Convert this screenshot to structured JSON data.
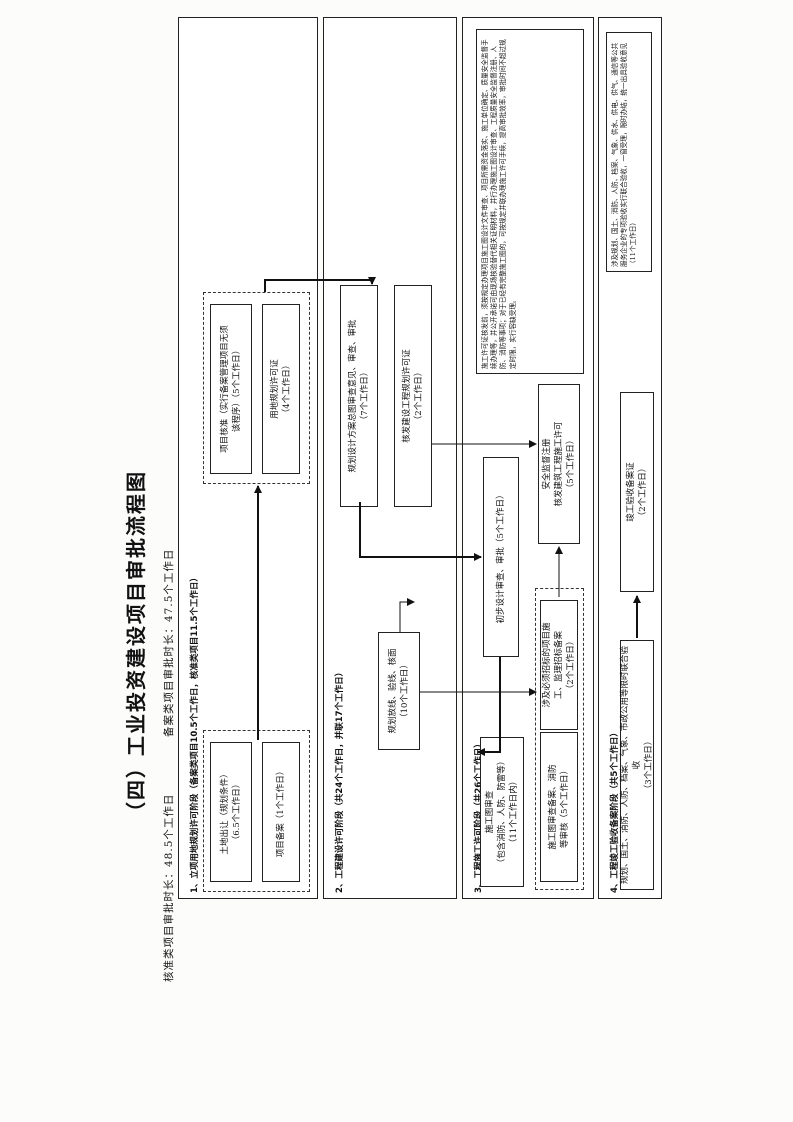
{
  "title": "（四）工业投资建设项目审批流程图",
  "subtitle_left": "核准类项目审批时长：48.5个工作日",
  "subtitle_right": "备案类项目审批时长：47.5个工作日",
  "stages": {
    "s1": {
      "header": "1、立项用地规划许可阶段",
      "header_detail": "（备案类项目10.5个工作日，核准类项目11.5个工作日）",
      "box_land": [
        "土地出让（规划条件）",
        "（6.5个工作日）"
      ],
      "box_record": [
        "项目备案（1个工作日）"
      ],
      "box_approval": [
        "项目核准（实行备案管理项目无须",
        "该程序）（5个工作日）"
      ],
      "box_landuse": [
        "用地规划许可证",
        "（4个工作日）"
      ]
    },
    "s2": {
      "header": "2、工程建设许可阶段",
      "header_detail": "（共24个工作日，并联17个工作日）",
      "box_survey": [
        "规划放线、验线、核面",
        "（10个工作日）"
      ],
      "box_design": [
        "规划设计方案总图审查意见、审查、审批",
        "（7个工作日）"
      ],
      "box_permit": [
        "核发建设工程规划许可证",
        "（2个工作日）"
      ]
    },
    "s3": {
      "header": "3、工程施工许可阶段",
      "header_detail": "（共26个工作日）",
      "box_drawing_review": [
        "施工图审查",
        "（包含消防、人防、防雷等）",
        "（11个工作日内）"
      ],
      "box_drawing_record": [
        "施工图审查备案、消防",
        "等审核（5个工作日）"
      ],
      "box_prelim": [
        "初步设计审查、审批（5个工作日）"
      ],
      "box_bid": [
        "涉及必须招标的项目施",
        "工、监理招标备案",
        "（2个工作日）"
      ],
      "box_safety": [
        "安全监督注册",
        "核发建筑工程施工许可",
        "（5个工作日）"
      ],
      "note": "施工许可证核发前，须按规定办理项目施工图设计文件审查、项目所需资金落实、施工单位确定、质量安全监督手续办理等，并公开承诺可由现场核验替代相关证明材料，并行办理施工图设计审查、工程质量安全监督注册、人防、消防等事项；对于已经有完整施工图的，可按规定并联办理施工许可手续，提高审批效率，审批时间不超过规定时限，实行容缺受理。"
    },
    "s4": {
      "header": "4、工程竣工验收备案阶段",
      "header_detail": "（共5个工作日）",
      "box_joint": [
        "规划、国土、消防、人防、档案、气象、市政公用等限时联合验收",
        "（3个工作日）"
      ],
      "box_final": [
        "竣工验收备案证",
        "（2个工作日）"
      ],
      "note": "涉及规划、国土、消防、人防、档案、气象、供水、供电、供气、通信等公共服务企业的专项验收实行联合验收，一窗受理，限时办结，统一出具验收意见（11个工作日）"
    }
  }
}
